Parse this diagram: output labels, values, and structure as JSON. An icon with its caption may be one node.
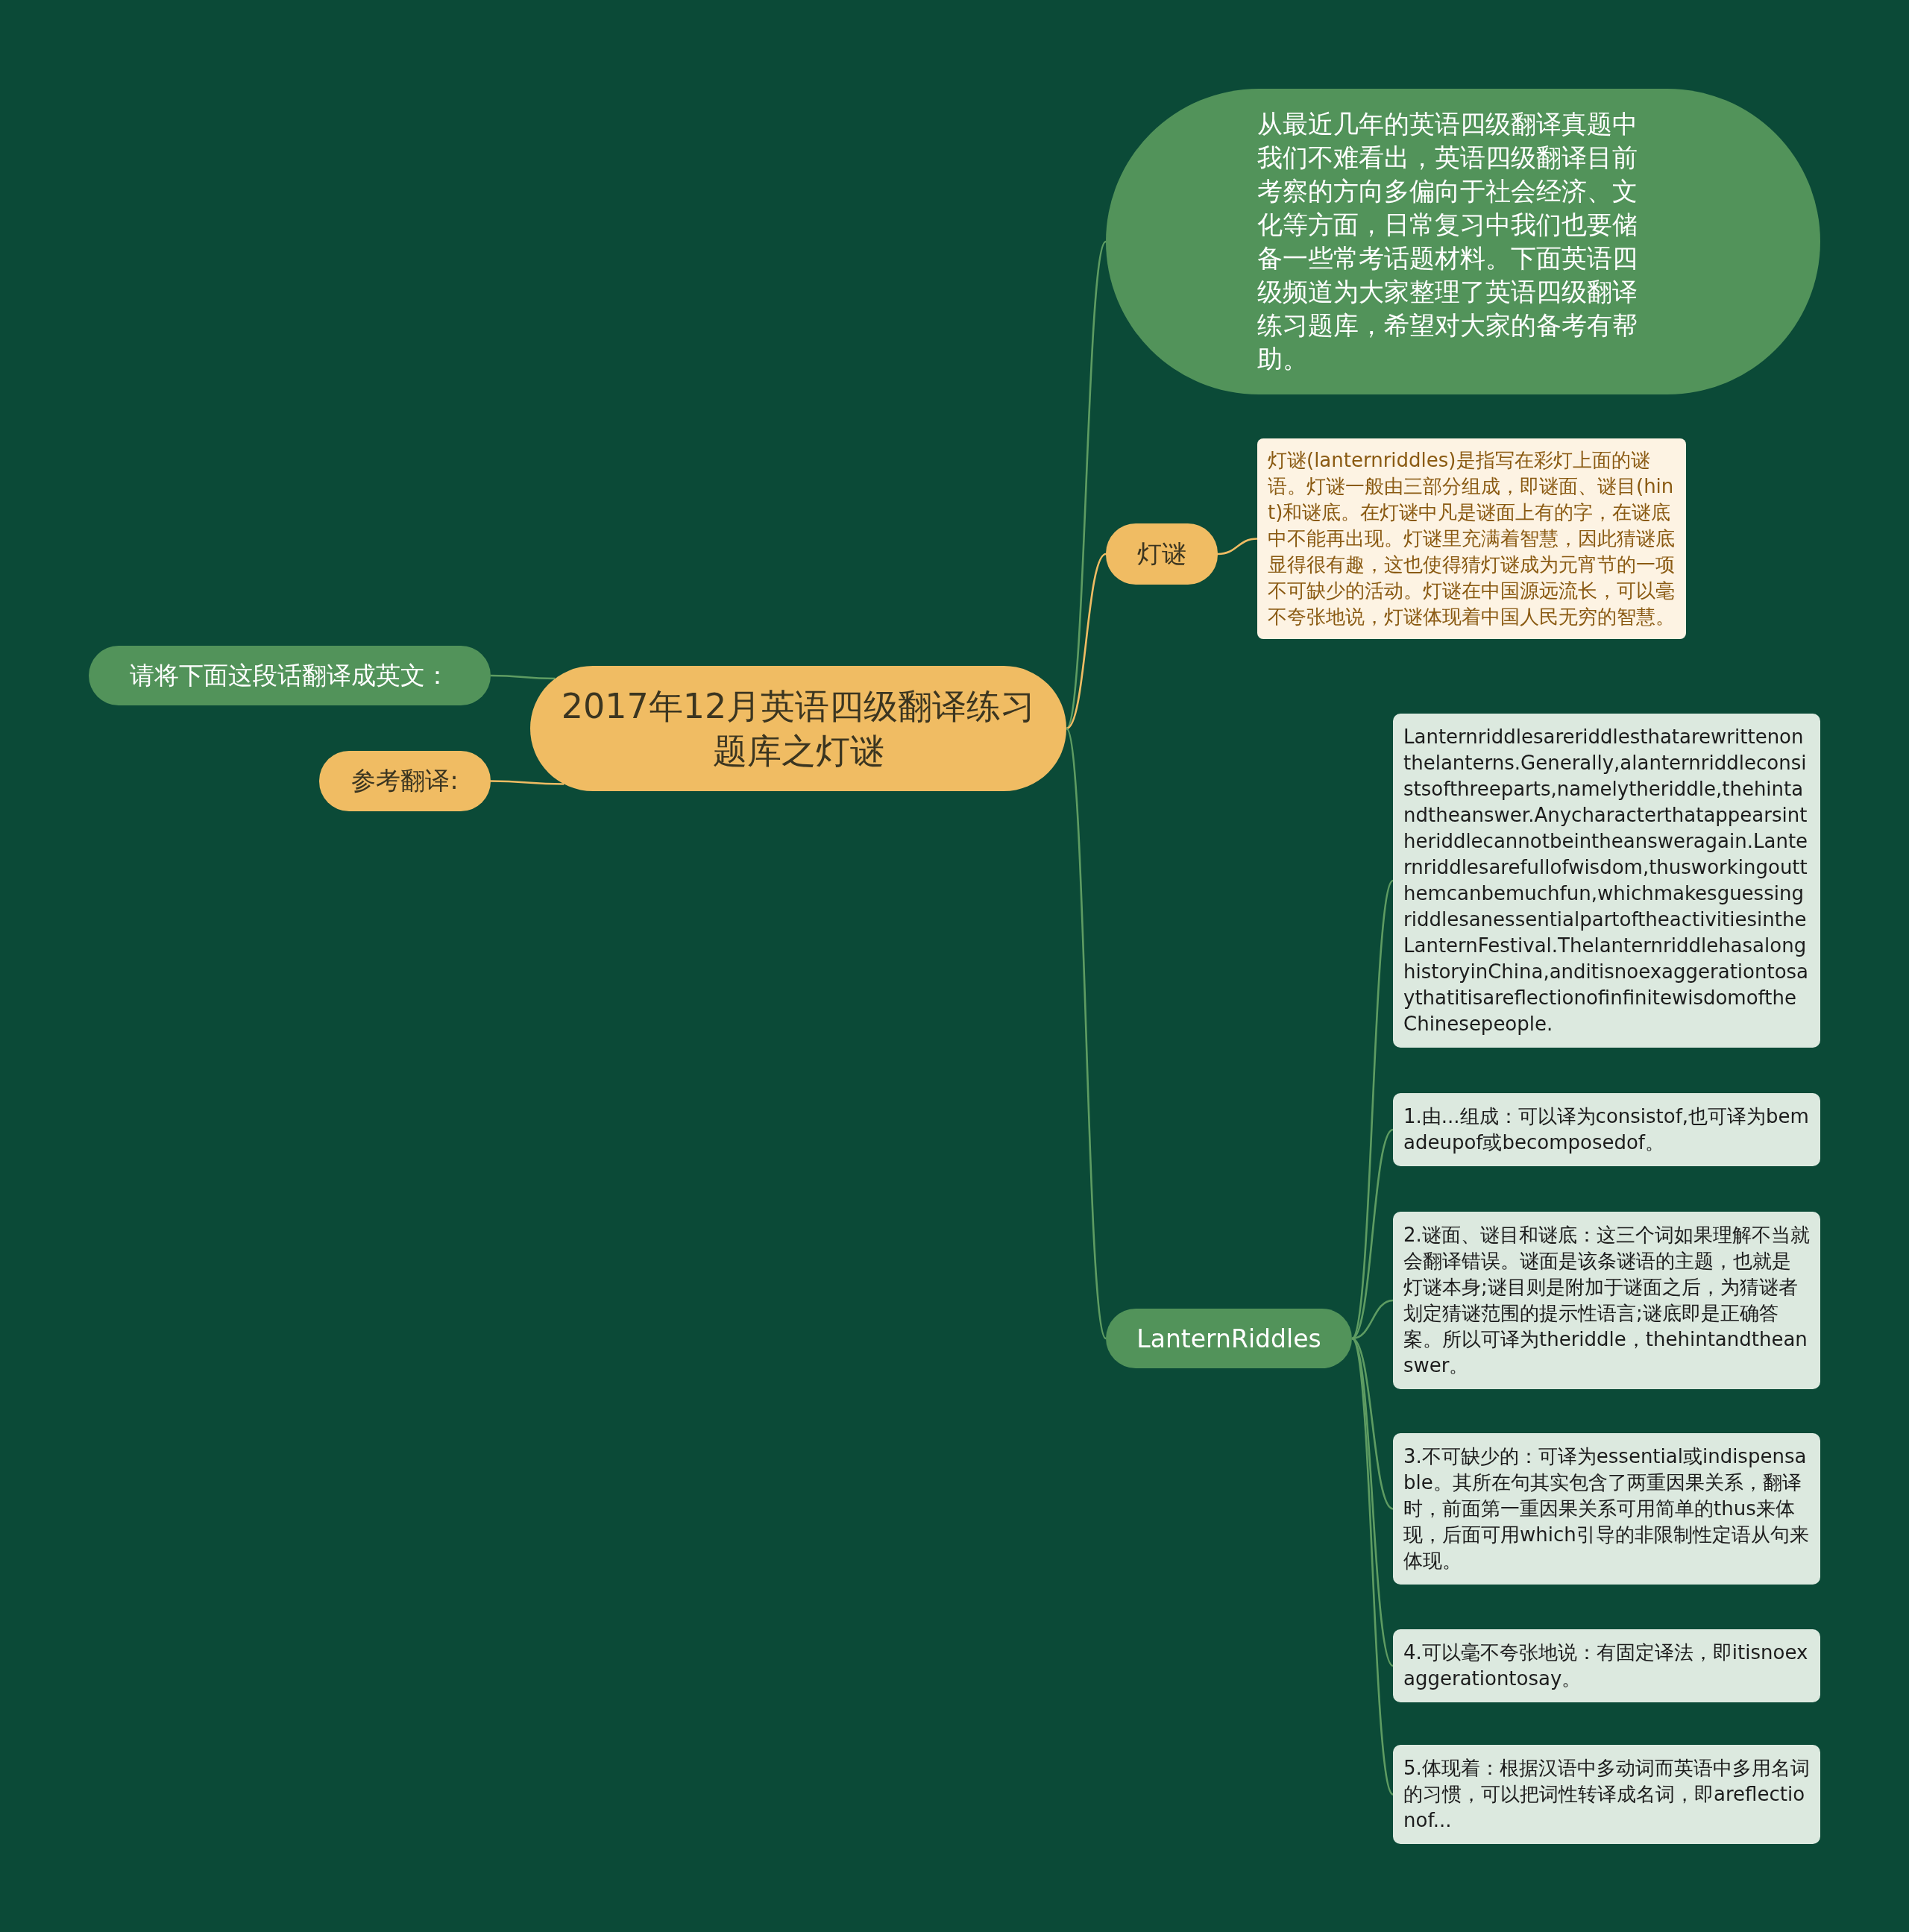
{
  "diagram": {
    "nodes": [
      {
        "text": [
          "2017年12月英语四级翻译练习题库之灯谜"
        ]
      },
      {
        "text": [
          "从最近几年的英语四级翻译真题中我们不难看出，英语四级翻译目前考察的方向多偏向于社会经济、文化等方面，日常复习中我们也要储备一些常考话题材料。下面英语四级频道为大家整理了英语四级翻译练习题库，希望对大家的备考有帮助。"
        ]
      },
      {
        "text": [
          "灯谜"
        ]
      },
      {
        "text": [
          "灯谜(lanternriddles)是指写在彩灯上面的谜语。灯谜一般由三部分组成，即谜面、谜目(hint)和谜底。在灯谜中凡是谜面上有的字，在谜底中不能再出现。灯谜里充满着智慧，因此猜谜底显得很有趣，这也使得猜灯谜成为元宵节的一项不可缺少的活动。灯谜在中国源远流长，可以毫不夸张地说，灯谜体现着中国人民无穷的智慧。"
        ]
      },
      {
        "text": [
          "LanternRiddles"
        ]
      },
      {
        "text": [
          "Lanternriddlesareriddlesthatarewrittenonthelanterns.Generally,alanternriddleconsistsofthreeparts,namelytheriddle,thehintandtheanswer.Anycharacterthatappearsintheriddlecannotbeintheansweragain.Lanternriddlesarefullofwisdom,thusworkingoutthemcanbemuchfun,whichmakesguessingriddlesanessentialpartoftheactivitiesintheLanternFestival.ThelanternriddlehasalonghistoryinChina,anditisnoexaggerationtosaythatitisareflectionofinfinitewisdomoftheChinesepeople."
        ]
      },
      {
        "text": [
          "1.由...组成：可以译为consistof,也可译为bemadeupof或becomposedof。"
        ]
      },
      {
        "text": [
          "2.谜面、谜目和谜底：这三个词如果理解不当就会翻译错误。谜面是该条谜语的主题，也就是灯谜本身;谜目则是附加于谜面之后，为猜谜者划定猜谜范围的提示性语言;谜底即是正确答案。所以可译为theriddle，thehintandtheanswer。"
        ]
      },
      {
        "text": [
          "3.不可缺少的：可译为essential或indispensable。其所在句其实包含了两重因果关系，翻译时，前面第一重因果关系可用简单的thus来体现，后面可用which引导的非限制性定语从句来体现。"
        ]
      },
      {
        "text": [
          "4.可以毫不夸张地说：有固定译法，即itisnoexaggerationtosay。"
        ]
      },
      {
        "text": [
          "5.体现着：根据汉语中多动词而英语中多用名词的习惯，可以把词性转译成名词，即areflectionof..."
        ]
      },
      {
        "text": [
          "请将下面这段话翻译成英文："
        ]
      },
      {
        "text": [
          "参考翻译:"
        ]
      }
    ],
    "edges": [
      {
        "from": 0,
        "to": 1,
        "arrow": "none"
      },
      {
        "from": 0,
        "to": 2,
        "arrow": "none",
        "color": "#f0bc63"
      },
      {
        "from": 2,
        "to": 3,
        "arrow": "none",
        "color": "#f0bc63"
      },
      {
        "from": 0,
        "to": 4,
        "arrow": "none"
      },
      {
        "from": 4,
        "to": 5,
        "arrow": "none"
      },
      {
        "from": 4,
        "to": 6,
        "arrow": "none"
      },
      {
        "from": 4,
        "to": 7,
        "arrow": "none"
      },
      {
        "from": 4,
        "to": 8,
        "arrow": "none"
      },
      {
        "from": 4,
        "to": 9,
        "arrow": "none"
      },
      {
        "from": 4,
        "to": 10,
        "arrow": "none"
      },
      {
        "from": 0,
        "to": 11,
        "arrow": "none"
      },
      {
        "from": 0,
        "to": 12,
        "arrow": "none",
        "color": "#f0bc63"
      }
    ]
  }
}
